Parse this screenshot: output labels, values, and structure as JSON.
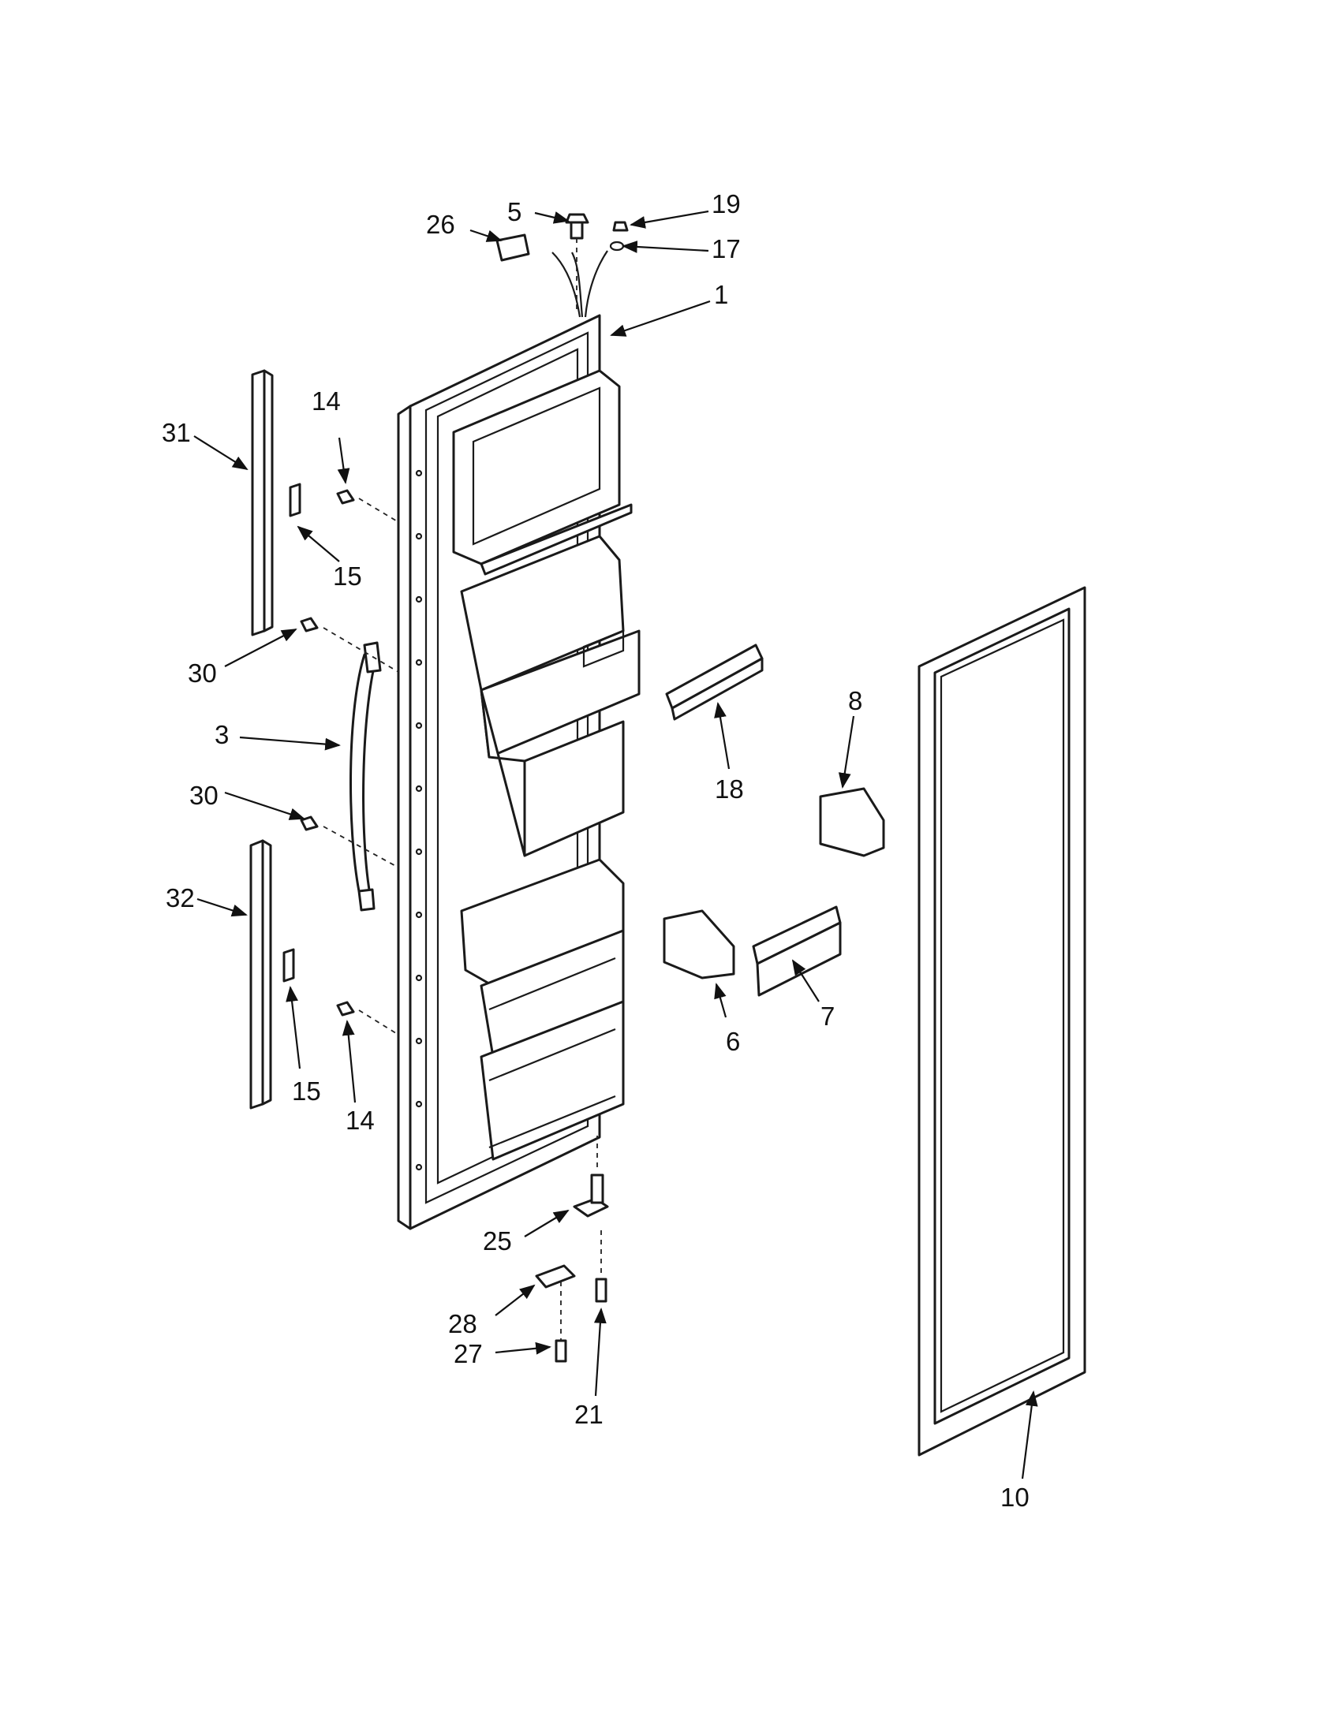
{
  "callouts": [
    {
      "id": "c26",
      "text": "26"
    },
    {
      "id": "c5",
      "text": "5"
    },
    {
      "id": "c19",
      "text": "19"
    },
    {
      "id": "c17",
      "text": "17"
    },
    {
      "id": "c1",
      "text": "1"
    },
    {
      "id": "c14a",
      "text": "14"
    },
    {
      "id": "c31",
      "text": "31"
    },
    {
      "id": "c15a",
      "text": "15"
    },
    {
      "id": "c30a",
      "text": "30"
    },
    {
      "id": "c3",
      "text": "3"
    },
    {
      "id": "c30b",
      "text": "30"
    },
    {
      "id": "c32",
      "text": "32"
    },
    {
      "id": "c15b",
      "text": "15"
    },
    {
      "id": "c14b",
      "text": "14"
    },
    {
      "id": "c18",
      "text": "18"
    },
    {
      "id": "c8",
      "text": "8"
    },
    {
      "id": "c6",
      "text": "6"
    },
    {
      "id": "c7",
      "text": "7"
    },
    {
      "id": "c25",
      "text": "25"
    },
    {
      "id": "c28",
      "text": "28"
    },
    {
      "id": "c27",
      "text": "27"
    },
    {
      "id": "c21",
      "text": "21"
    },
    {
      "id": "c10",
      "text": "10"
    }
  ]
}
